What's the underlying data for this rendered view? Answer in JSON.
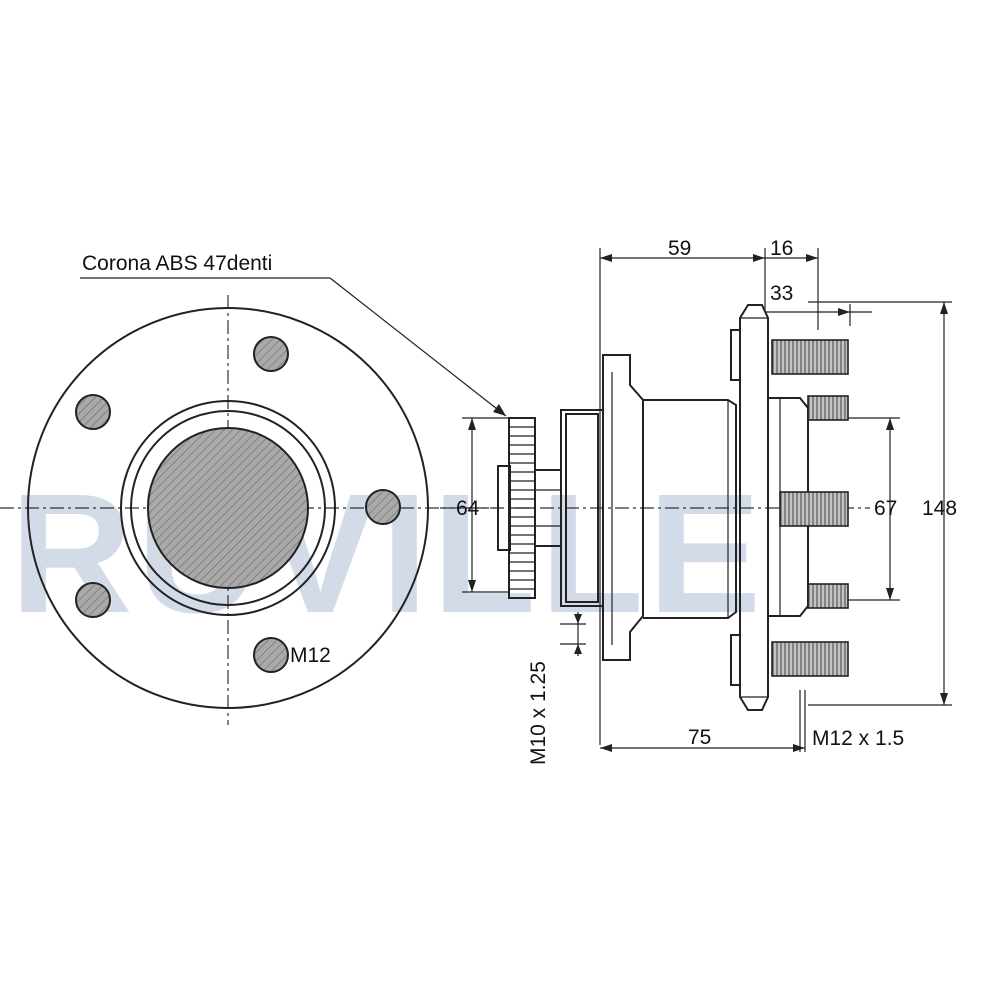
{
  "watermark": "RUVILLE",
  "labels": {
    "abs_ring": "Corona ABS 47denti",
    "bolt_front": "M12",
    "dim_59": "59",
    "dim_16": "16",
    "dim_33": "33",
    "dim_64": "64",
    "dim_67": "67",
    "dim_148": "148",
    "dim_75": "75",
    "thread_hub": "M10 x 1.25",
    "thread_stud": "M12 x 1.5"
  },
  "colors": {
    "line": "#222222",
    "watermark": "#d3dbe8"
  }
}
